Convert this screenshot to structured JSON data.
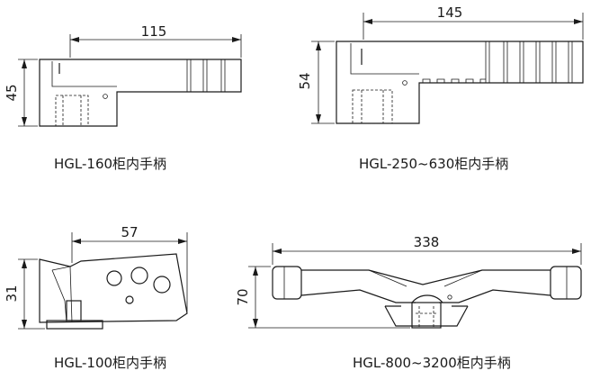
{
  "figures": {
    "hgl160": {
      "caption": "HGL-160柜内手柄",
      "width_dim": "115",
      "height_dim": "45"
    },
    "hgl250": {
      "caption": "HGL-250~630柜内手柄",
      "width_dim": "145",
      "height_dim": "54"
    },
    "hgl100": {
      "caption": "HGL-100柜内手柄",
      "width_dim": "57",
      "height_dim": "31"
    },
    "hgl800": {
      "caption": "HGL-800~3200柜内手柄",
      "width_dim": "338",
      "height_dim": "70"
    }
  }
}
